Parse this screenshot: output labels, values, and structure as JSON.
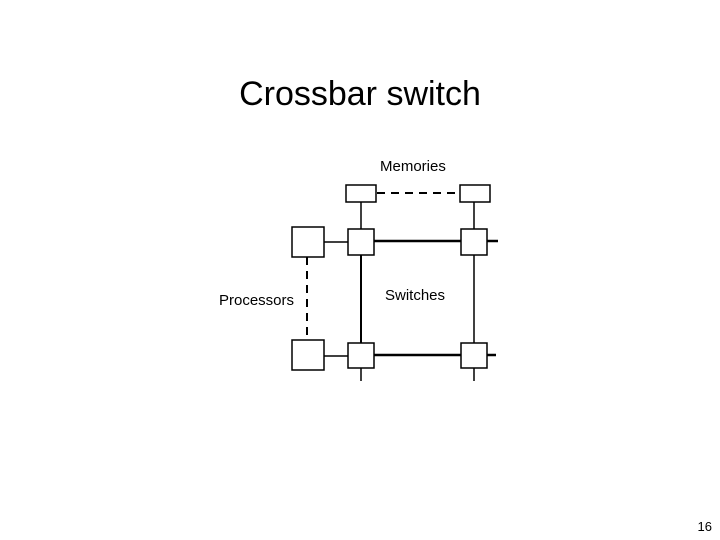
{
  "slide": {
    "title": "Crossbar switch",
    "labels": {
      "memories": "Memories",
      "processors": "Processors",
      "switches": "Switches"
    },
    "page_number": "16"
  }
}
